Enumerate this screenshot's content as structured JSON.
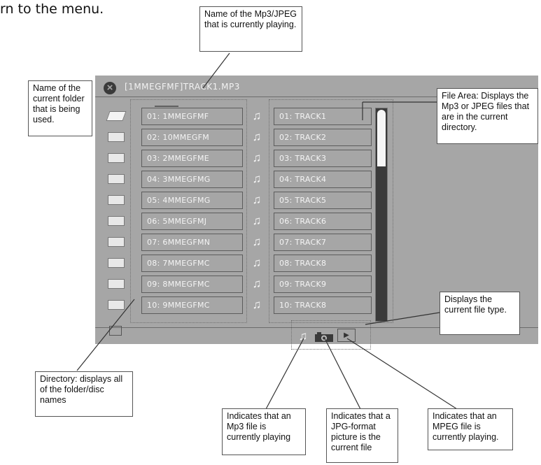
{
  "intro_text": "rn to the menu.",
  "now_playing": "[1MMEGFMF]TRACK1.MP3",
  "folders": [
    "01: 1MMEGFMF",
    "02: 10MMEGFM",
    "03: 2MMEGFME",
    "04: 3MMEGFMG",
    "05: 4MMEGFMG",
    "06: 5MMEGFMJ",
    "07: 6MMEGFMN",
    "08: 7MMEGFMC",
    "09: 8MMEGFMC",
    "10: 9MMEGFMC"
  ],
  "files": [
    "01: TRACK1",
    "02: TRACK2",
    "03: TRACK3",
    "04: TRACK4",
    "05: TRACK5",
    "06: TRACK6",
    "07: TRACK7",
    "08: TRACK8",
    "09: TRACK9",
    "10: TRACK8"
  ],
  "scroll_position": 0.27,
  "callouts": {
    "now_playing": "Name of the Mp3/JPEG that is currently playing.",
    "current_folder": "Name of the current folder that is being used.",
    "file_area": "File Area: Displays the Mp3 or JPEG files that are in the current directory.",
    "file_type": "Displays the current file type.",
    "directory": "Directory: displays all of the folder/disc names",
    "mp3": "Indicates that an Mp3 file is currently playing",
    "jpg": "Indicates that a JPG-format picture is the current file",
    "mpeg": "Indicates that an MPEG file is currently playing."
  },
  "icons": {
    "close": "close-icon",
    "note": "music-note-icon",
    "camera": "camera-icon",
    "play": "play-icon",
    "folder": "folder-icon"
  },
  "colors": {
    "screen_bg": "#a6a6a6",
    "scroll_track": "#3a3a3a",
    "text_light": "#f4f4f4"
  }
}
